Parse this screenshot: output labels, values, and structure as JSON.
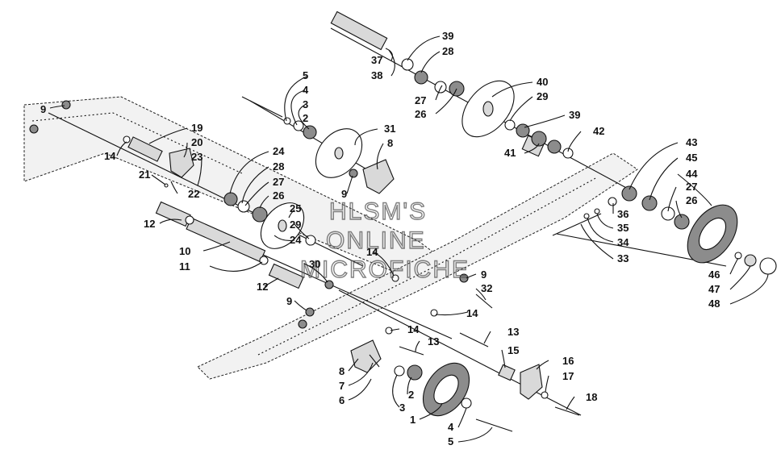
{
  "watermark": {
    "line1": "HLSM'S",
    "line2": "ONLINE",
    "line3": "MICROFICHE"
  },
  "callouts": [
    {
      "n": "1"
    },
    {
      "n": "2"
    },
    {
      "n": "2"
    },
    {
      "n": "3"
    },
    {
      "n": "3"
    },
    {
      "n": "4"
    },
    {
      "n": "4"
    },
    {
      "n": "5"
    },
    {
      "n": "5"
    },
    {
      "n": "6"
    },
    {
      "n": "7"
    },
    {
      "n": "8"
    },
    {
      "n": "8"
    },
    {
      "n": "9"
    },
    {
      "n": "9"
    },
    {
      "n": "9"
    },
    {
      "n": "9"
    },
    {
      "n": "10"
    },
    {
      "n": "11"
    },
    {
      "n": "12"
    },
    {
      "n": "12"
    },
    {
      "n": "13"
    },
    {
      "n": "13"
    },
    {
      "n": "14"
    },
    {
      "n": "14"
    },
    {
      "n": "14"
    },
    {
      "n": "14"
    },
    {
      "n": "15"
    },
    {
      "n": "16"
    },
    {
      "n": "17"
    },
    {
      "n": "18"
    },
    {
      "n": "19"
    },
    {
      "n": "20"
    },
    {
      "n": "21"
    },
    {
      "n": "22"
    },
    {
      "n": "23"
    },
    {
      "n": "24"
    },
    {
      "n": "24"
    },
    {
      "n": "25"
    },
    {
      "n": "26"
    },
    {
      "n": "26"
    },
    {
      "n": "26"
    },
    {
      "n": "27"
    },
    {
      "n": "27"
    },
    {
      "n": "27"
    },
    {
      "n": "28"
    },
    {
      "n": "28"
    },
    {
      "n": "29"
    },
    {
      "n": "29"
    },
    {
      "n": "30"
    },
    {
      "n": "31"
    },
    {
      "n": "32"
    },
    {
      "n": "33"
    },
    {
      "n": "34"
    },
    {
      "n": "35"
    },
    {
      "n": "36"
    },
    {
      "n": "37"
    },
    {
      "n": "38"
    },
    {
      "n": "39"
    },
    {
      "n": "39"
    },
    {
      "n": "40"
    },
    {
      "n": "41"
    },
    {
      "n": "42"
    },
    {
      "n": "43"
    },
    {
      "n": "44"
    },
    {
      "n": "45"
    },
    {
      "n": "46"
    },
    {
      "n": "47"
    },
    {
      "n": "48"
    }
  ]
}
